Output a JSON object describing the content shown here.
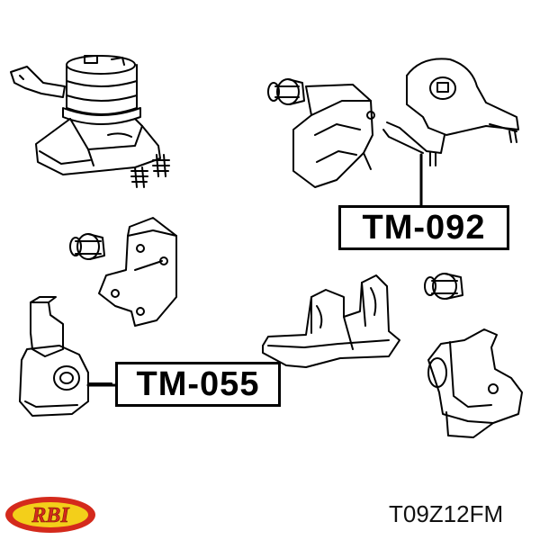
{
  "labels": {
    "part_a": "TM-092",
    "part_b": "TM-055"
  },
  "footer": {
    "code": "T09Z12FM",
    "brand_logo_text": "RBI"
  },
  "colors": {
    "line": "#000000",
    "logo_red": "#d42a1c",
    "logo_yellow": "#f3cf1a"
  }
}
